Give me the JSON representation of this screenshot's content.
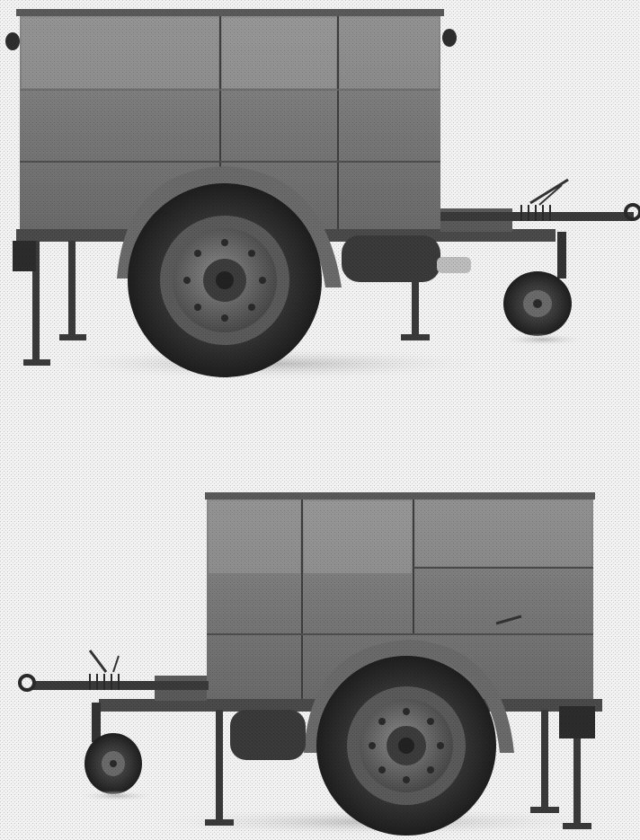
{
  "photo": {
    "colors": {
      "paper": "#f2f2f2",
      "panel_light": "#9a9a9a",
      "panel_mid": "#7d7d7d",
      "panel_dark": "#5c5c5c",
      "tire": "#2a2a2a",
      "hub": "#6a6a6a",
      "metal": "#3a3a3a",
      "shadow": "#cfcfcf"
    },
    "views": [
      {
        "name": "trailer-rear-three-quarter-view",
        "orientation": "facing-right"
      },
      {
        "name": "trailer-front-three-quarter-view",
        "orientation": "facing-left"
      }
    ]
  }
}
